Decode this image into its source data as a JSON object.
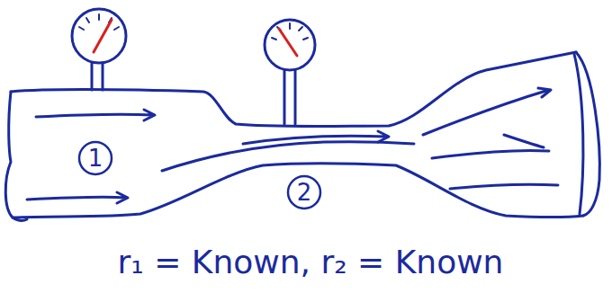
{
  "diagram": {
    "caption": "r₁ = Known, r₂ = Known",
    "nodes": [
      {
        "text": [
          "1"
        ]
      },
      {
        "text": [
          "2"
        ]
      }
    ]
  }
}
